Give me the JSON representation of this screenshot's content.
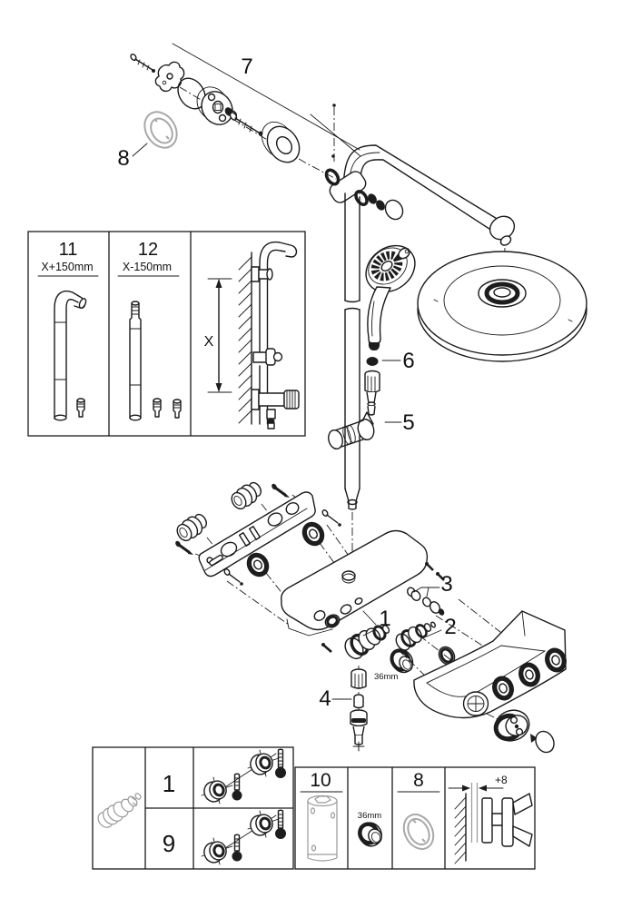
{
  "colors": {
    "ink": "#1a1a1a",
    "gray_part": "#a8a8a8",
    "paper": "#ffffff"
  },
  "callouts": {
    "c1": "1",
    "c2": "2",
    "c3": "3",
    "c4": "4",
    "c5": "5",
    "c6": "6",
    "c7": "7",
    "c8": "8"
  },
  "annotations": {
    "nut_size_main": "36mm"
  },
  "inset_box": {
    "cell_a_number": "11",
    "cell_a_dim": "X+150mm",
    "cell_b_number": "12",
    "cell_b_dim": "X-150mm",
    "dimension_label": "X"
  },
  "bottom_box": {
    "row_a_number": "1",
    "row_b_number": "9",
    "sleeve_number": "10",
    "seal_number": "8",
    "nut_size": "36mm",
    "wall_offset": "+8"
  }
}
